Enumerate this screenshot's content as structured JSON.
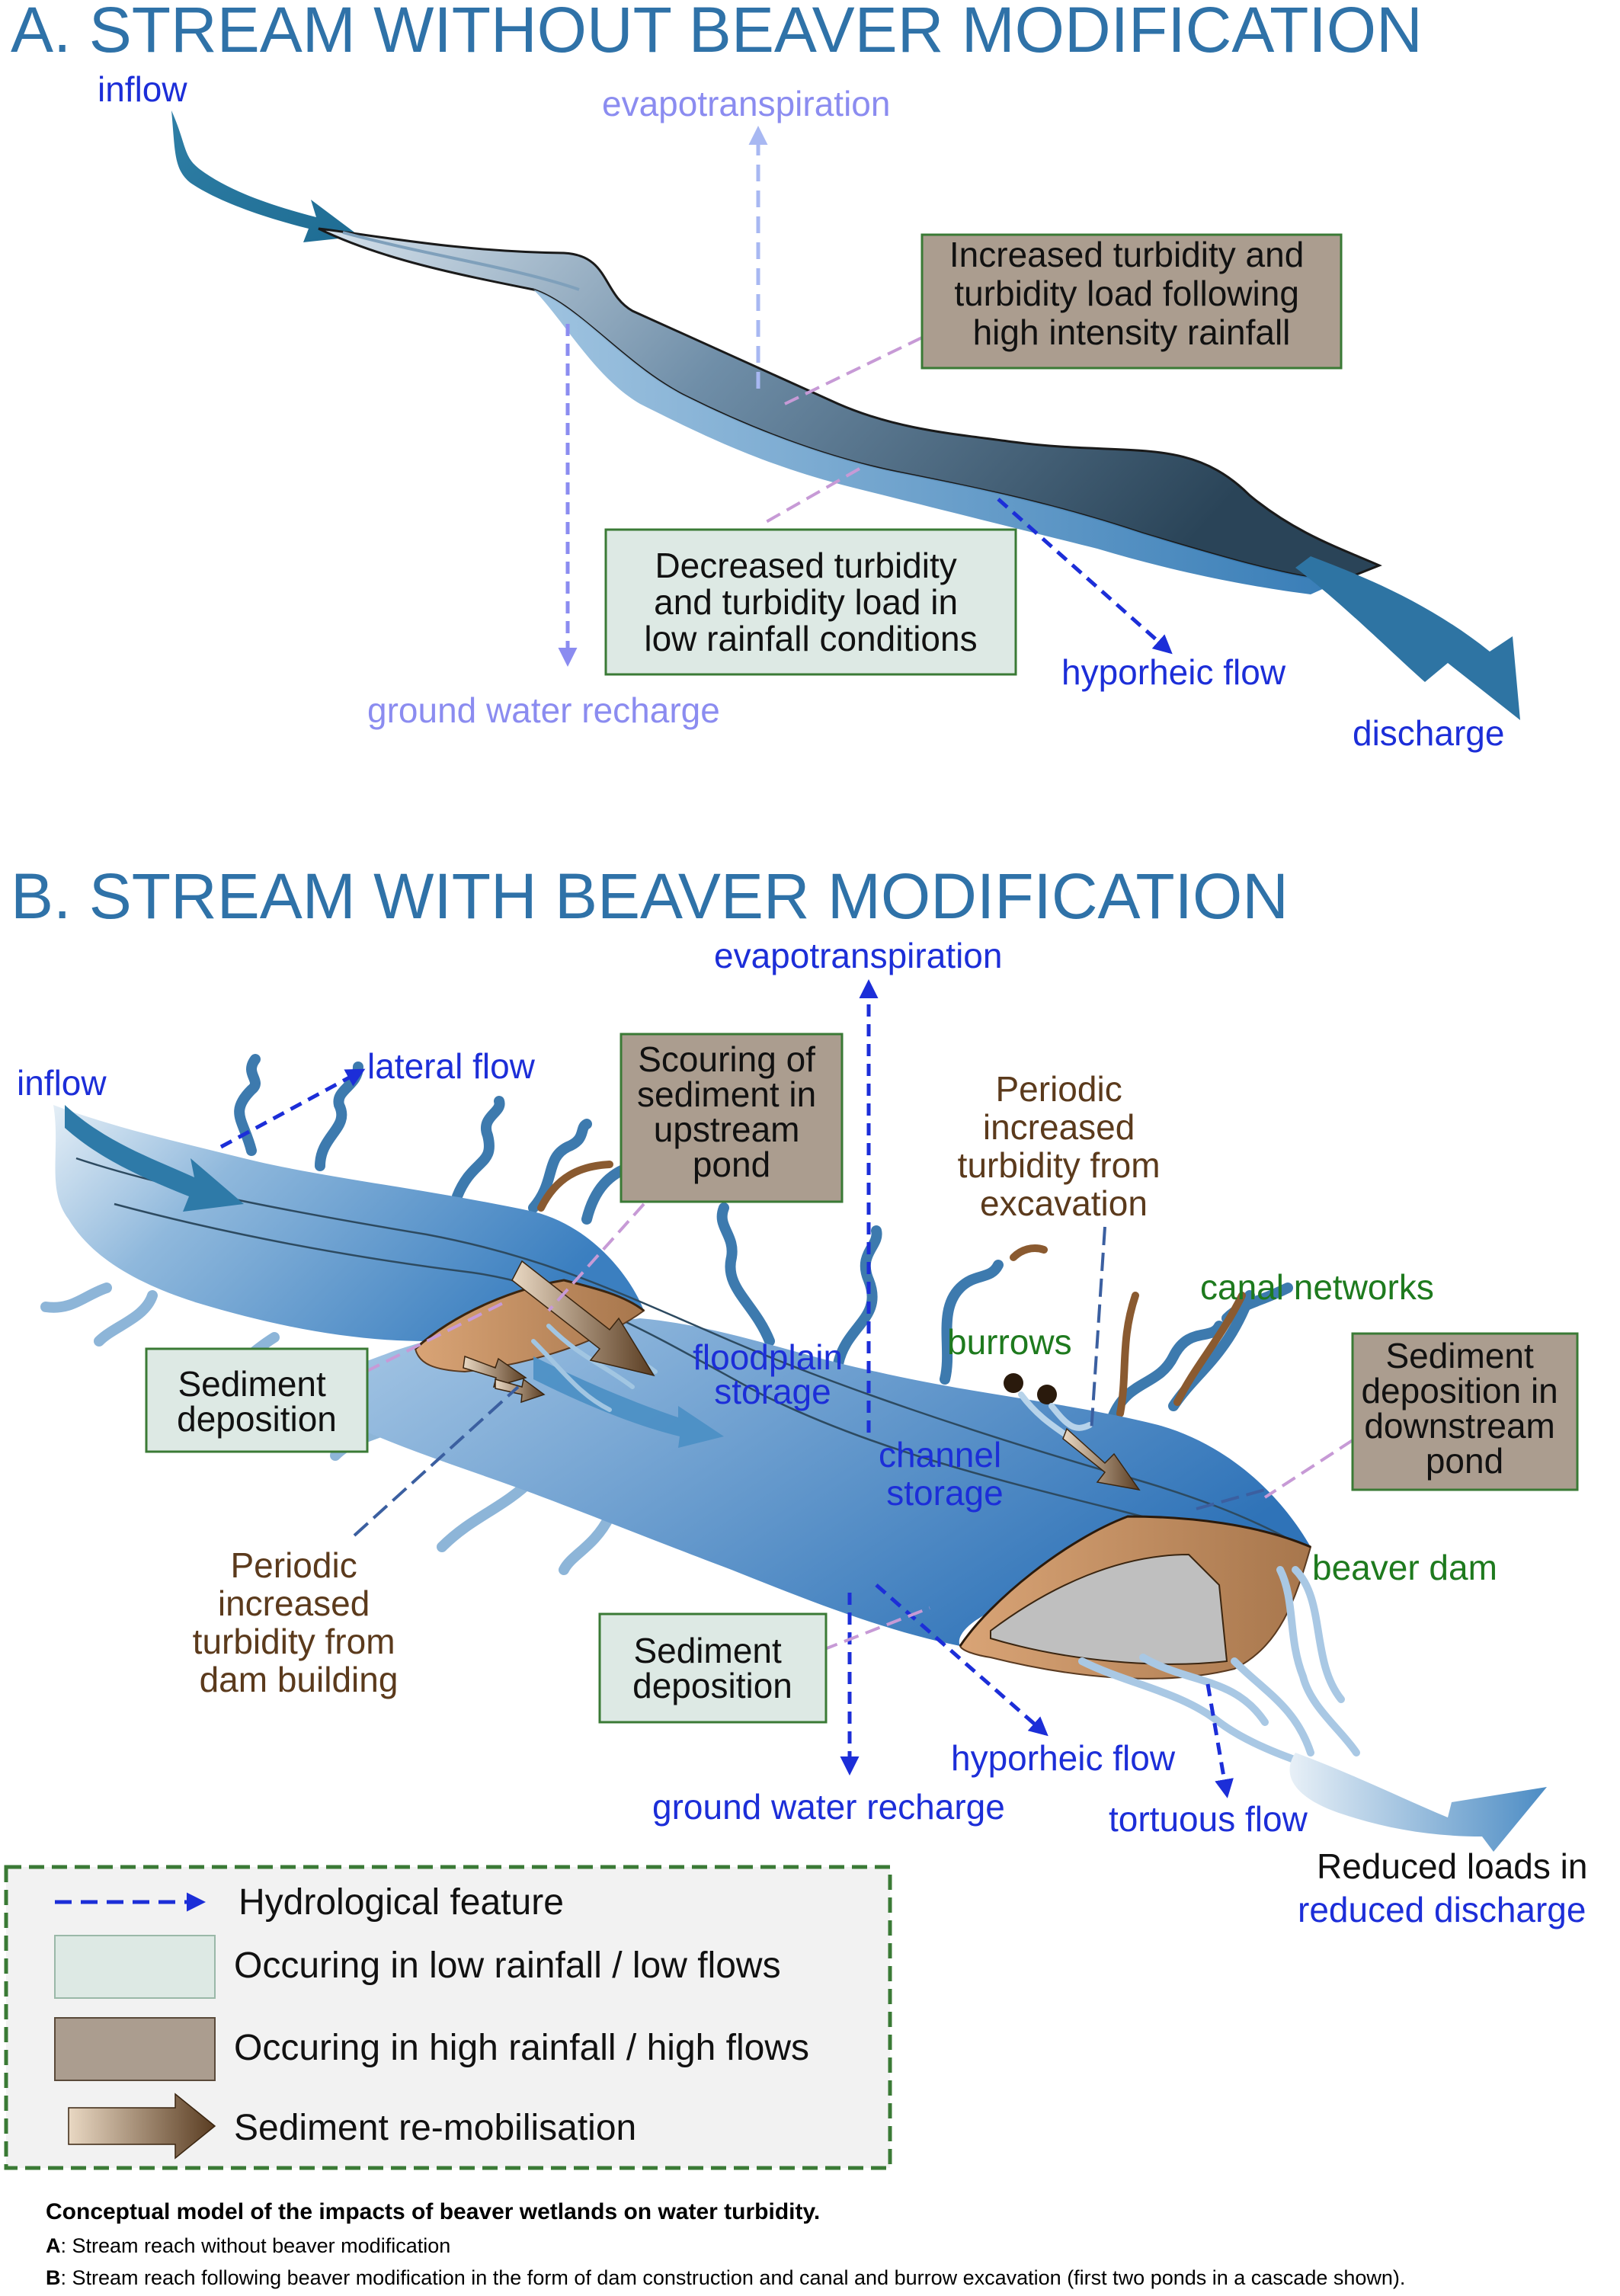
{
  "colors": {
    "title": "#2f72a8",
    "hydro_blue": "#1c2ed8",
    "hydro_light": "#8b8cf0",
    "turbidity_brown": "#5b3a1c",
    "green_label": "#1e7a1e",
    "low_box": "#dde9e4",
    "high_box": "#ab9d8f",
    "legend_border": "#3a7a35",
    "legend_bg": "#f2f2f2",
    "mauve_leader": "#c79ad6"
  },
  "panel_a": {
    "title": "A. STREAM WITHOUT BEAVER MODIFICATION",
    "inflow": "inflow",
    "evapotranspiration": "evapotranspiration",
    "high_box": [
      "Increased turbidity and",
      "turbidity load following",
      "high intensity rainfall"
    ],
    "low_box": [
      "Decreased turbidity",
      "and turbidity load in",
      "low rainfall conditions"
    ],
    "hyporheic_flow": "hyporheic flow",
    "ground_water_recharge": "ground water recharge",
    "discharge": "discharge"
  },
  "panel_b": {
    "title": "B. STREAM WITH BEAVER MODIFICATION",
    "evapotranspiration": "evapotranspiration",
    "inflow": "inflow",
    "lateral_flow": "lateral flow",
    "scouring_box": [
      "Scouring of",
      "sediment in",
      "upstream",
      "pond"
    ],
    "periodic_excavation": [
      "Periodic",
      "increased",
      "turbidity from",
      "excavation"
    ],
    "canal_networks": "canal networks",
    "burrows": "burrows",
    "floodplain_storage": [
      "floodplain",
      "storage"
    ],
    "sediment_deposition_left": [
      "Sediment",
      "deposition"
    ],
    "sediment_deposition_downstream": [
      "Sediment",
      "deposition in",
      "downstream",
      "pond"
    ],
    "channel_storage": [
      "channel",
      "storage"
    ],
    "beaver_dam": "beaver dam",
    "periodic_dam_building": [
      "Periodic",
      "increased",
      "turbidity from",
      "dam building"
    ],
    "sediment_deposition_bottom": [
      "Sediment",
      "deposition"
    ],
    "hyporheic_flow": "hyporheic flow",
    "ground_water_recharge": "ground water recharge",
    "tortuous_flow": "tortuous flow",
    "reduced_loads": "Reduced loads in",
    "reduced_discharge": "reduced discharge"
  },
  "legend": {
    "hydrological_feature": "Hydrological feature",
    "low_flows": "Occuring in low rainfall / low flows",
    "high_flows": "Occuring in high rainfall / high flows",
    "sediment_remobilisation": "Sediment re-mobilisation"
  },
  "caption": {
    "title": "Conceptual model of the impacts of beaver wetlands on water turbidity.",
    "a_key": "A",
    "a_text": ": Stream reach without beaver modification",
    "b_key": "B",
    "b_text": ": Stream reach following beaver modification in the form of dam construction and canal and burrow excavation (first two ponds in a cascade shown)."
  }
}
